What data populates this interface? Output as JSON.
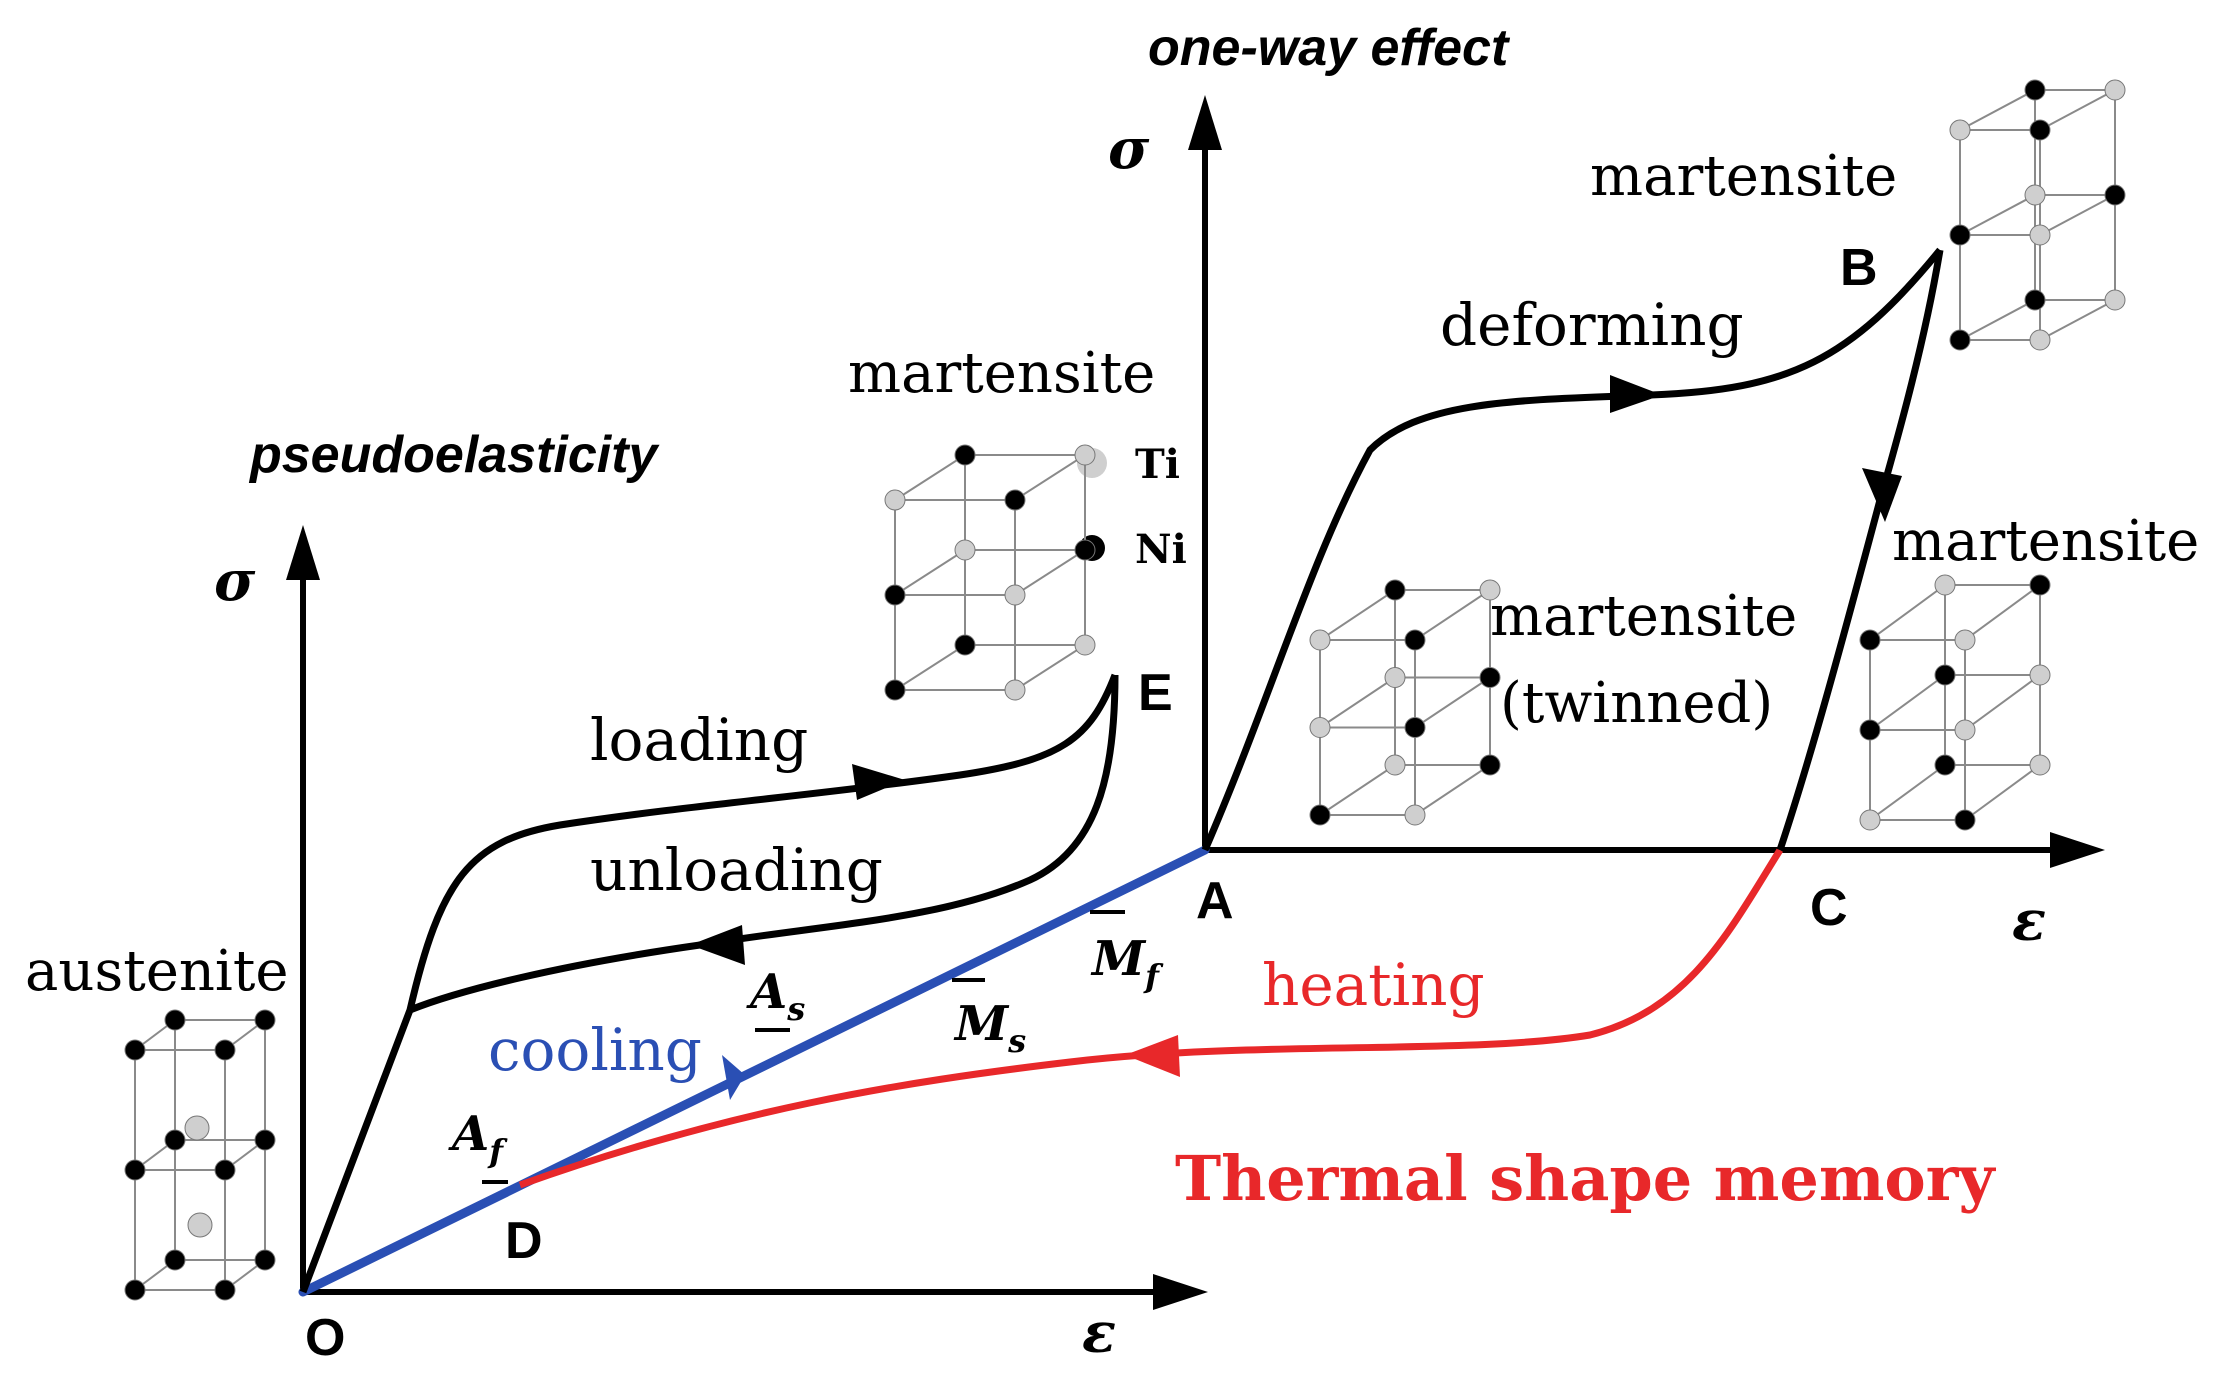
{
  "colors": {
    "black": "#000000",
    "cooling": "#2a4fb4",
    "heating": "#e8282a",
    "atom_ti": "#cfcfcf",
    "atom_ni": "#000000",
    "lattice": "#8a8a8a"
  },
  "titles": {
    "pseudoelasticity": "pseudoelasticity",
    "one_way": "one-way effect",
    "thermal": "Thermal shape memory"
  },
  "axes": {
    "left_y": "σ",
    "left_x": "ε",
    "right_y": "σ",
    "right_x": "ε"
  },
  "points": {
    "O": "O",
    "D": "D",
    "E": "E",
    "A": "A",
    "B": "B",
    "C": "C"
  },
  "curve_labels": {
    "loading": "loading",
    "unloading": "unloading",
    "cooling": "cooling",
    "heating": "heating",
    "deforming": "deforming"
  },
  "temperatures": {
    "Af_main": "A",
    "Af_sub": "f",
    "As_main": "A",
    "As_sub": "s",
    "Ms_main": "M",
    "Ms_sub": "s",
    "Mf_main": "M",
    "Mf_sub": "f"
  },
  "phases": {
    "austenite": "austenite",
    "martensite_E": "martensite",
    "martensite_B": "martensite",
    "martensite_C": "martensite",
    "martensite_twinned_1": "martensite",
    "martensite_twinned_2": "(twinned)"
  },
  "legend": {
    "ti": "Ti",
    "ni": "Ni",
    "ti_icon": "light-grey-atom",
    "ni_icon": "black-atom"
  }
}
